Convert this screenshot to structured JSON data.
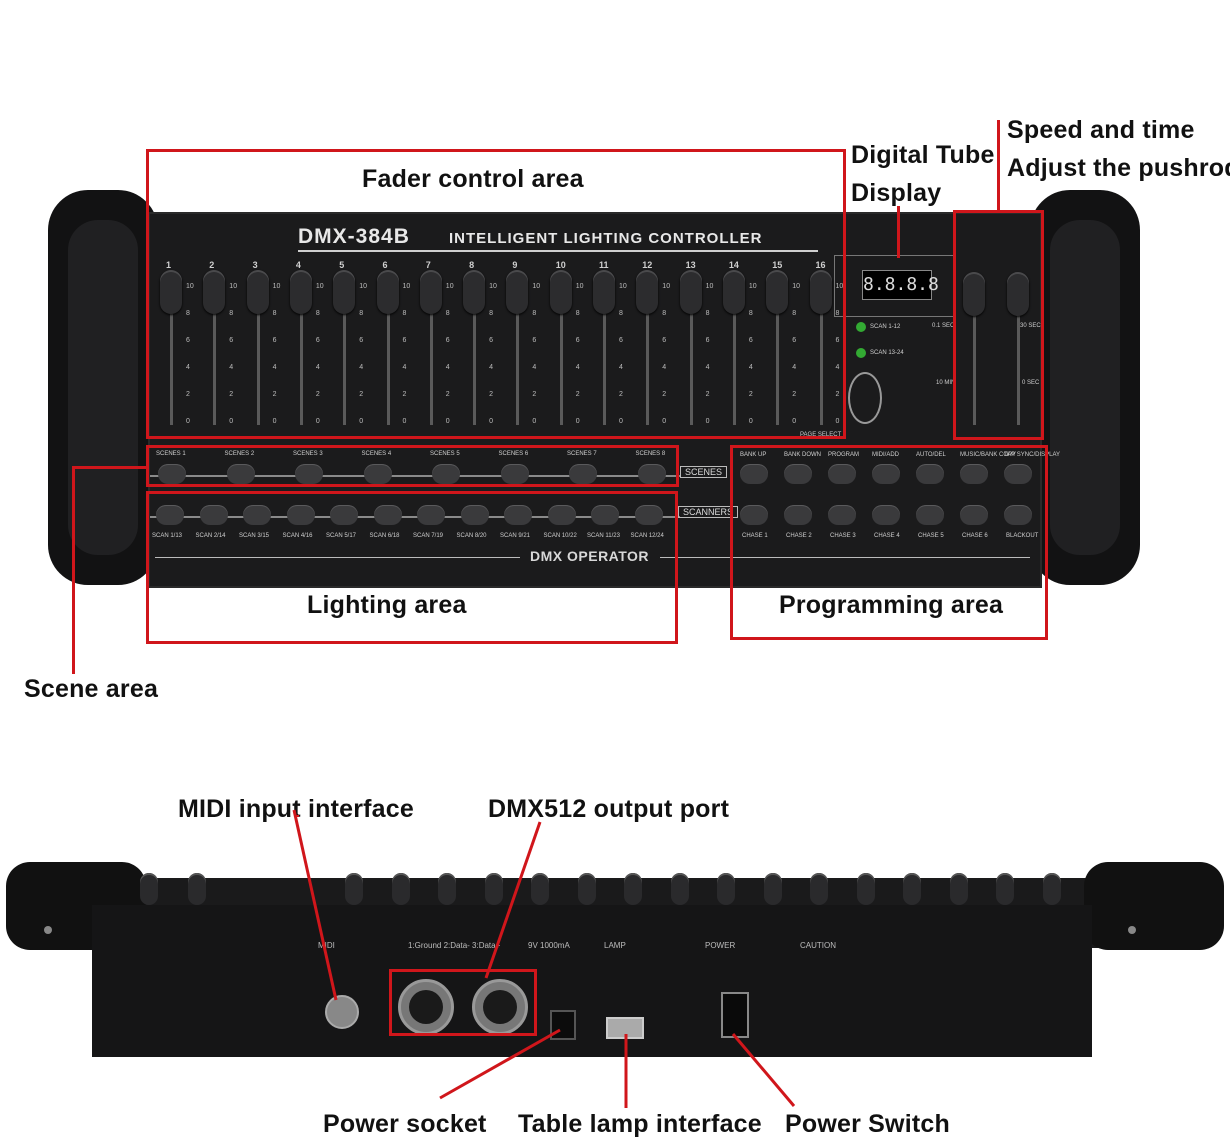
{
  "top_unit": {
    "model": "DMX-384B",
    "subtitle": "INTELLIGENT LIGHTING CONTROLLER",
    "display_value": "8.8.8.8",
    "operator_label": "DMX OPERATOR",
    "fader_numbers": [
      "1",
      "2",
      "3",
      "4",
      "5",
      "6",
      "7",
      "8",
      "9",
      "10",
      "11",
      "12",
      "13",
      "14",
      "15",
      "16"
    ],
    "fader_ticks": [
      "10",
      "8",
      "6",
      "4",
      "2",
      "0"
    ],
    "scene_labels": [
      "SCENES 1",
      "SCENES 2",
      "SCENES 3",
      "SCENES 4",
      "SCENES 5",
      "SCENES 6",
      "SCENES 7",
      "SCENES 8"
    ],
    "scan_labels": [
      "SCAN 1/13",
      "SCAN 2/14",
      "SCAN 3/15",
      "SCAN 4/16",
      "SCAN 5/17",
      "SCAN 6/18",
      "SCAN 7/19",
      "SCAN 8/20",
      "SCAN 9/21",
      "SCAN 10/22",
      "SCAN 11/23",
      "SCAN 12/24"
    ],
    "scenes_tag": "SCENES",
    "scanners_tag": "SCANNERS",
    "prog_top_labels": [
      "BANK UP",
      "BANK DOWN",
      "PROGRAM",
      "MIDI/ADD",
      "AUTO/DEL",
      "MUSIC/BANK COPY",
      "TAP SYNC/DISPLAY"
    ],
    "prog_bottom_labels": [
      "CHASE 1",
      "CHASE 2",
      "CHASE 3",
      "CHASE 4",
      "CHASE 5",
      "CHASE 6",
      "BLACKOUT"
    ],
    "scan_select": [
      "SCAN 1-12",
      "SCAN 13-24"
    ],
    "page_select": "PAGE SELECT",
    "speed_labels": [
      "0.1 SEC",
      "10 MIN"
    ],
    "fade_labels": [
      "30 SEC",
      "0 SEC"
    ]
  },
  "callouts": {
    "fader_control_area": "Fader control area",
    "digital_tube_display_1": "Digital Tube",
    "digital_tube_display_2": "Display",
    "speed_time_1": "Speed and time",
    "speed_time_2": "Adjust the pushrod",
    "lighting_area": "Lighting area",
    "programming_area": "Programming area",
    "scene_area": "Scene area",
    "midi_input": "MIDI input interface",
    "dmx_output": "DMX512 output port",
    "power_socket": "Power socket",
    "table_lamp": "Table lamp interface",
    "power_switch": "Power Switch"
  },
  "rear_unit": {
    "labels": [
      "MIDI",
      "1:Ground 2:Data- 3:Data+",
      "9V 1000mA",
      "LAMP",
      "POWER",
      "CAUTION"
    ]
  },
  "colors": {
    "accent_red": "#d0161b",
    "device_body": "#1b1b1c"
  }
}
